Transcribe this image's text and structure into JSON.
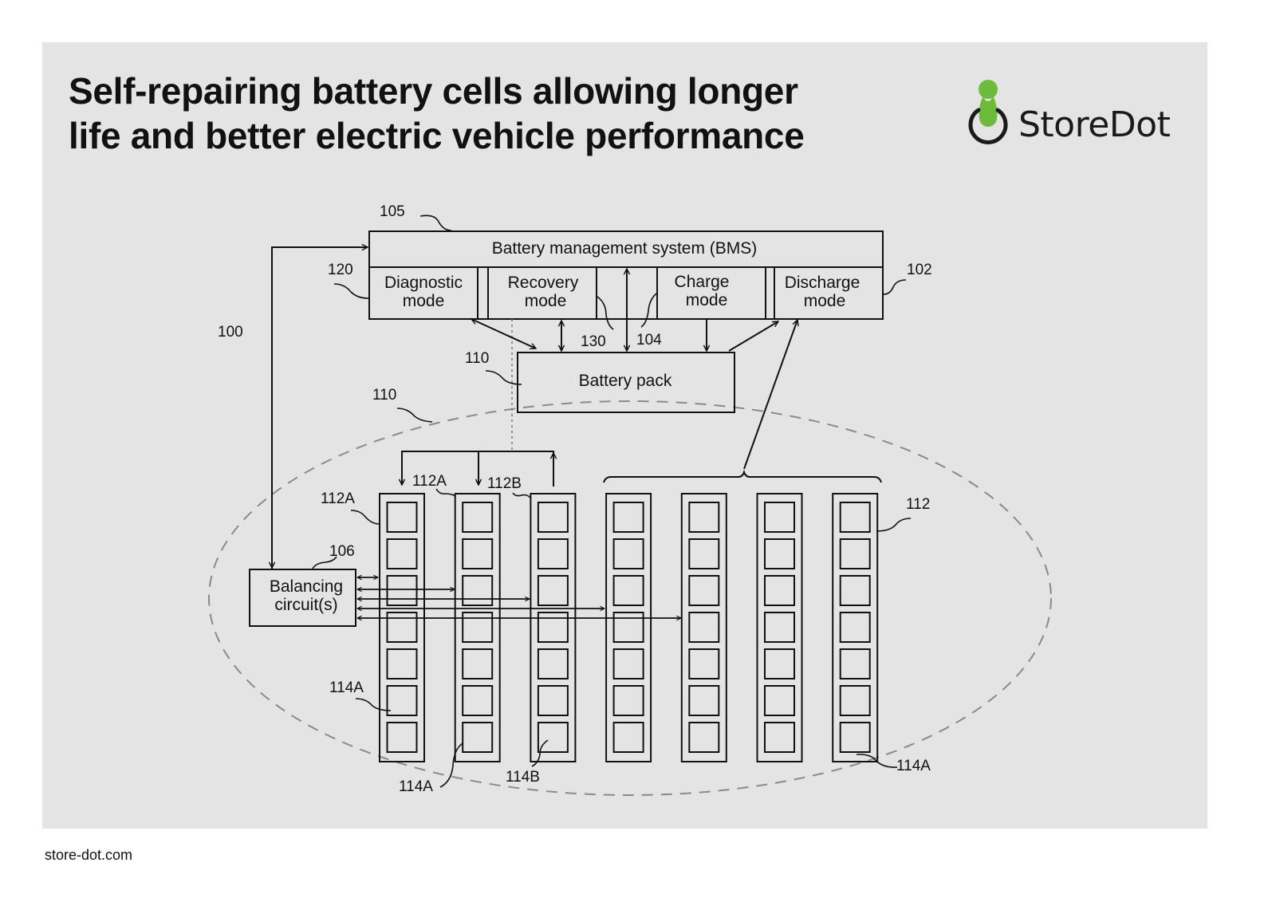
{
  "title": {
    "line1": "Self-repairing battery cells allowing longer",
    "line2": "life and better electric vehicle performance"
  },
  "brand": {
    "name": "StoreDot",
    "accent_color": "#6dbb3a",
    "icon": "storedot-logo-icon"
  },
  "footer": {
    "url": "store-dot.com"
  },
  "diagram": {
    "bms": {
      "label": "Battery management system (BMS)",
      "ref": "105"
    },
    "modes": [
      {
        "line1": "Diagnostic",
        "line2": "mode",
        "ref": "120"
      },
      {
        "line1": "Recovery",
        "line2": "mode",
        "ref": "130"
      },
      {
        "line1": "Charge",
        "line2": "mode",
        "ref": "104"
      },
      {
        "line1": "Discharge",
        "line2": "mode",
        "ref": "102"
      }
    ],
    "battery_pack": {
      "label": "Battery pack",
      "ref": "110"
    },
    "balancing": {
      "line1": "Balancing",
      "line2": "circuit(s)",
      "ref": "106"
    },
    "system_ref": "100",
    "pack_region_ref": "110",
    "column_count": 7,
    "cells_per_column": 7,
    "refs": {
      "col1_top": "112A",
      "col2_top": "112A",
      "col3_top": "112B",
      "col7": "112",
      "cell_col1": "114A",
      "cell_col2": "114A",
      "cell_col3": "114B",
      "cell_col7": "114A"
    }
  }
}
